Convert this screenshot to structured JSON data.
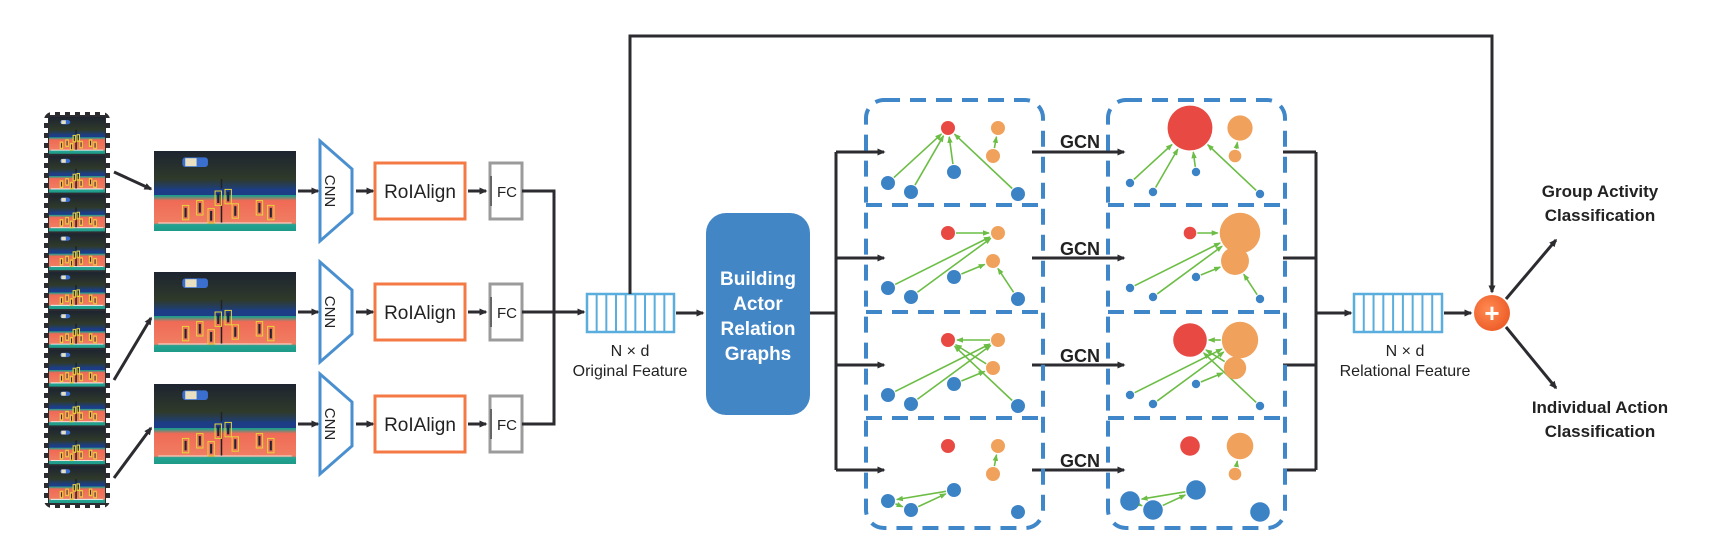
{
  "title": "Actor Relation Graph framework for group activity recognition",
  "colors": {
    "line": "#2b2b30",
    "cnn": "#4a8fcf",
    "roialign": "#f47a45",
    "fc": "#9b9b9b",
    "feature": "#5aaede",
    "barg_fill": "#4386c6",
    "panel_dash": "#3f87c9",
    "node_blue": "#3c83c6",
    "node_red": "#e84a43",
    "node_orange": "#f0a25c",
    "edge": "#6cbd45",
    "plus_fill": "#f26d36"
  },
  "input": {
    "frame_sequence_label": "video frames",
    "frame_count": 10,
    "sampled_frame_count": 3
  },
  "branches": [
    {
      "cnn_label": "CNN",
      "roialign_label": "RoIAlign",
      "fc_label": "FC"
    },
    {
      "cnn_label": "CNN",
      "roialign_label": "RoIAlign",
      "fc_label": "FC"
    },
    {
      "cnn_label": "CNN",
      "roialign_label": "RoIAlign",
      "fc_label": "FC"
    }
  ],
  "original_feature": {
    "dims": "N × d",
    "label": "Original Feature"
  },
  "barg": {
    "lines": [
      "Building",
      "Actor",
      "Relation",
      "Graphs"
    ]
  },
  "gcn_labels": [
    "GCN",
    "GCN",
    "GCN",
    "GCN"
  ],
  "relational_feature": {
    "dims": "N × d",
    "label": "Relational Feature"
  },
  "fusion": {
    "symbol": "+"
  },
  "outputs": {
    "group": [
      "Group Activity",
      "Classification"
    ],
    "individual": [
      "Individual Action",
      "Classification"
    ]
  },
  "graphs": {
    "nodes": [
      {
        "id": "r",
        "color": "red"
      },
      {
        "id": "o1",
        "color": "orange"
      },
      {
        "id": "o2",
        "color": "orange"
      },
      {
        "id": "b1",
        "color": "blue"
      },
      {
        "id": "b2",
        "color": "blue"
      },
      {
        "id": "b3",
        "color": "blue"
      },
      {
        "id": "b4",
        "color": "blue"
      }
    ],
    "input_graphs": [
      {
        "edges": [
          [
            "b1",
            "r"
          ],
          [
            "b2",
            "r"
          ],
          [
            "b3",
            "r"
          ],
          [
            "b4",
            "r"
          ],
          [
            "o2",
            "o1"
          ]
        ]
      },
      {
        "edges": [
          [
            "r",
            "o1"
          ],
          [
            "b1",
            "o1"
          ],
          [
            "b2",
            "o1"
          ],
          [
            "b3",
            "o2"
          ],
          [
            "b4",
            "o2"
          ]
        ]
      },
      {
        "edges": [
          [
            "o1",
            "r"
          ],
          [
            "b4",
            "r"
          ],
          [
            "b1",
            "o1"
          ],
          [
            "b2",
            "o1"
          ],
          [
            "b3",
            "o2"
          ],
          [
            "o2",
            "r"
          ]
        ]
      },
      {
        "edges": [
          [
            "b3",
            "b1"
          ],
          [
            "b1",
            "b2"
          ],
          [
            "b2",
            "b3"
          ],
          [
            "o2",
            "o1"
          ]
        ]
      }
    ],
    "output_graphs": [
      {
        "weights": {
          "r": 3.2,
          "o1": 1.8,
          "o2": 0.9,
          "b1": 0.6,
          "b2": 0.6,
          "b3": 0.6,
          "b4": 0.6
        },
        "edges": [
          [
            "b1",
            "r"
          ],
          [
            "b2",
            "r"
          ],
          [
            "b3",
            "r"
          ],
          [
            "b4",
            "r"
          ],
          [
            "o2",
            "o1"
          ]
        ]
      },
      {
        "weights": {
          "r": 0.9,
          "o1": 2.9,
          "o2": 2.0,
          "b1": 0.6,
          "b2": 0.6,
          "b3": 0.6,
          "b4": 0.6
        },
        "edges": [
          [
            "r",
            "o1"
          ],
          [
            "b1",
            "o1"
          ],
          [
            "b2",
            "o1"
          ],
          [
            "b3",
            "o2"
          ],
          [
            "b4",
            "o2"
          ]
        ]
      },
      {
        "weights": {
          "r": 2.4,
          "o1": 2.6,
          "o2": 1.6,
          "b1": 0.6,
          "b2": 0.6,
          "b3": 0.6,
          "b4": 0.6
        },
        "edges": [
          [
            "o1",
            "r"
          ],
          [
            "b4",
            "r"
          ],
          [
            "b1",
            "o1"
          ],
          [
            "b2",
            "o1"
          ],
          [
            "b3",
            "o2"
          ],
          [
            "o2",
            "r"
          ]
        ]
      },
      {
        "weights": {
          "r": 1.4,
          "o1": 1.9,
          "o2": 0.9,
          "b1": 1.4,
          "b2": 1.4,
          "b3": 1.4,
          "b4": 1.4
        },
        "edges": [
          [
            "b3",
            "b1"
          ],
          [
            "b1",
            "b2"
          ],
          [
            "b2",
            "b3"
          ],
          [
            "o2",
            "o1"
          ]
        ]
      }
    ]
  }
}
